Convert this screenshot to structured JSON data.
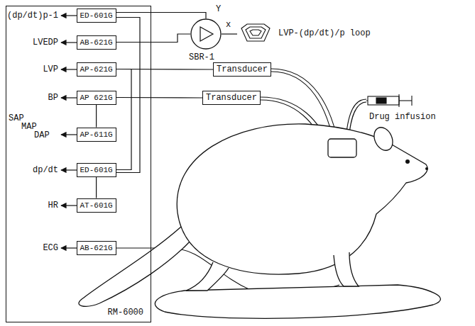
{
  "diagram": {
    "nodes": [
      {
        "text": [
          "RM-6000"
        ]
      },
      {
        "text": [
          "ED-601G"
        ],
        "in": 0
      },
      {
        "text": [
          "AB-621G"
        ],
        "in": 0
      },
      {
        "text": [
          "AP-621G"
        ],
        "in": 0
      },
      {
        "text": [
          "AP 621G"
        ],
        "in": 0
      },
      {
        "text": [
          "AP-611G"
        ],
        "in": 0
      },
      {
        "text": [
          "ED-601G"
        ],
        "in": 0
      },
      {
        "text": [
          "AT-601G"
        ],
        "in": 0
      },
      {
        "text": [
          "AB-621G"
        ],
        "in": 0
      },
      {
        "text": [
          "SBR-1"
        ]
      },
      {
        "text": [
          "Transducer"
        ]
      },
      {
        "text": [
          "Transducer"
        ]
      }
    ],
    "edges": [
      {
        "from": 1,
        "to": 9,
        "arrow": "none"
      },
      {
        "from": 2,
        "to": 9,
        "arrow": "none"
      },
      {
        "from": 3,
        "to": 10,
        "arrow": "none"
      },
      {
        "from": 4,
        "to": 11,
        "arrow": "none"
      },
      {
        "from": 3,
        "to": 6,
        "arrow": "none"
      },
      {
        "from": 6,
        "to": 7,
        "arrow": "none"
      },
      {
        "from": 6,
        "to": 1,
        "arrow": "none"
      },
      {
        "from": 4,
        "to": 5,
        "arrow": "none"
      }
    ],
    "labels": [
      "(dp/dt)p-1",
      "LVEDP",
      "LVP",
      "BP",
      "SAP",
      "MAP",
      "DAP",
      "dp/dt",
      "HR",
      "ECG",
      "Y",
      "x",
      "LVP-(dp/dt)/p loop",
      "Drug infusion"
    ]
  }
}
